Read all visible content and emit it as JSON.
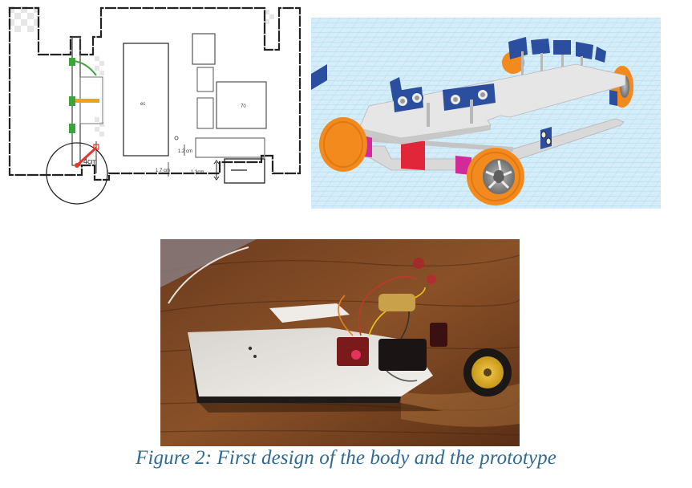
{
  "caption": "Figure 2: First design of the body and the prototype",
  "sketch": {
    "labels": {
      "center_block": "ec",
      "right_block": "70",
      "dim_a": "1.2 cm",
      "dim_b": "1.7 cm",
      "dim_c": "1.3cm",
      "wheel_dim": "4cm"
    }
  },
  "colors": {
    "caption": "#2e6a93",
    "sketch_green": "#3aa53a",
    "sketch_orange": "#f2a01c",
    "sketch_red": "#e8332a",
    "render_grid_bg": "#cfe9f5",
    "render_wheel": "#f28a1e",
    "render_sensor": "#2b4e9e",
    "render_pink": "#d12a9a",
    "render_red": "#e2263a"
  }
}
